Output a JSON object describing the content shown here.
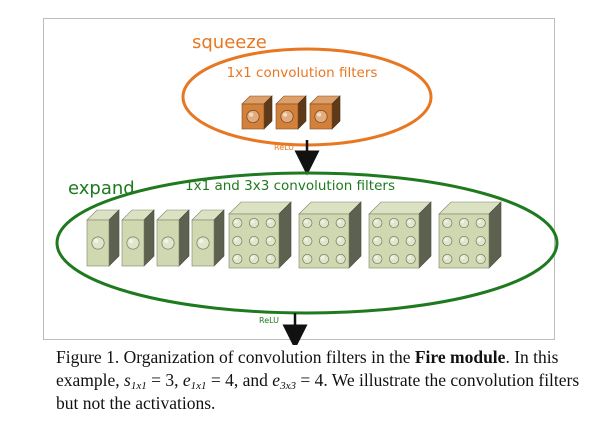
{
  "squeeze": {
    "label": "squeeze",
    "filters_label": "1x1 convolution filters",
    "filter_count": 3,
    "activation_label": "ReLU",
    "color": "#e87722",
    "filter_color": "#d2803a"
  },
  "expand": {
    "label": "expand",
    "filters_label": "1x1 and 3x3 convolution filters",
    "filter_1x1_count": 4,
    "filter_3x3_count": 4,
    "activation_label": "ReLU",
    "color": "#1f7a1f",
    "filter_color": "#cfd8b0"
  },
  "caption": {
    "prefix": "Figure 1. Organization of convolution filters in the ",
    "bold": "Fire module",
    "part2": ". In this example, ",
    "s1x1_var": "s",
    "s1x1_sub": "1x1",
    "s1x1_val": " = 3, ",
    "e1x1_var": "e",
    "e1x1_sub": "1x1",
    "e1x1_val": " = 4, and ",
    "e3x3_var": "e",
    "e3x3_sub": "3x3",
    "e3x3_val": " = 4. We illustrate the convolution filters but not the activations."
  }
}
